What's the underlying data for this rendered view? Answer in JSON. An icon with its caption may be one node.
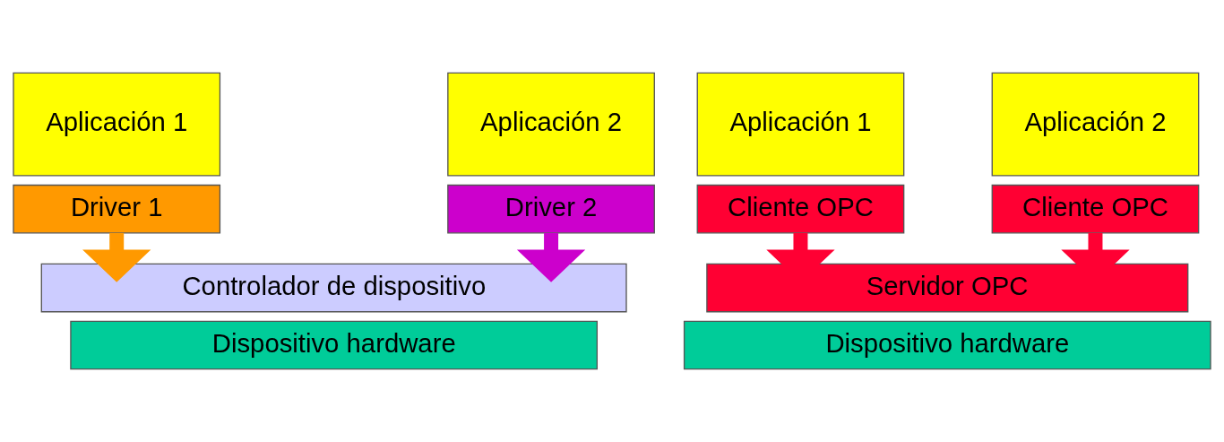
{
  "diagram": {
    "nodes": [
      {
        "text": [
          "Aplicación 1"
        ]
      },
      {
        "text": [
          "Driver 1"
        ]
      },
      {
        "text": [
          "Aplicación 2"
        ]
      },
      {
        "text": [
          "Driver 2"
        ]
      },
      {
        "text": [
          "Controlador de dispositivo"
        ]
      },
      {
        "text": [
          "Dispositivo hardware"
        ]
      },
      {
        "text": [
          "Aplicación 1"
        ]
      },
      {
        "text": [
          "Cliente OPC"
        ]
      },
      {
        "text": [
          "Aplicación 2"
        ]
      },
      {
        "text": [
          "Cliente OPC"
        ]
      },
      {
        "text": [
          "Servidor OPC"
        ]
      },
      {
        "text": [
          "Dispositivo hardware"
        ]
      }
    ],
    "edges": [
      {
        "from": 1,
        "to": 4,
        "arrow": "to",
        "color": "#ff9900"
      },
      {
        "from": 3,
        "to": 4,
        "arrow": "to",
        "color": "#cc00cc"
      },
      {
        "from": 7,
        "to": 10,
        "arrow": "to"
      },
      {
        "from": 9,
        "to": 10,
        "arrow": "to"
      }
    ]
  }
}
